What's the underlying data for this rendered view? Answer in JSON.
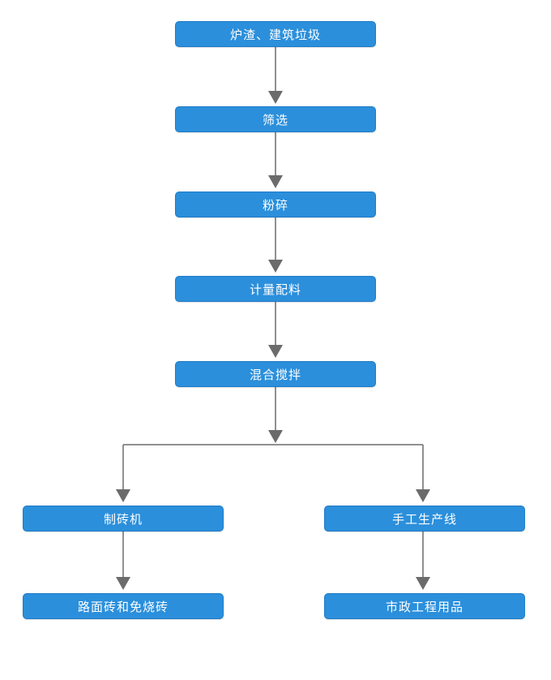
{
  "flow": {
    "step1": "炉渣、建筑垃圾",
    "step2": "筛选",
    "step3": "粉碎",
    "step4": "计量配料",
    "step5": "混合搅拌",
    "branch_left": "制砖机",
    "branch_right": "手工生产线",
    "output_left": "路面砖和免烧砖",
    "output_right": "市政工程用品"
  },
  "colors": {
    "node_fill": "#2b8fdb",
    "node_text": "#ffffff",
    "connector": "#6b6b6b"
  }
}
